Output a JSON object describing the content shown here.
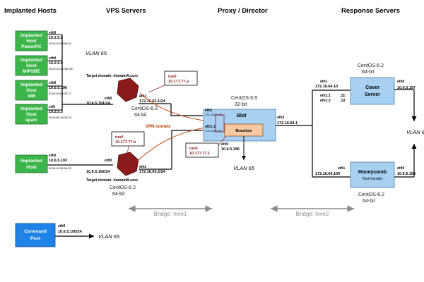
{
  "headers": {
    "implanted_hosts": "Implanted Hosts",
    "vps_servers": "VPS Servers",
    "proxy_director": "Proxy / Director",
    "response_servers": "Response Servers"
  },
  "implanted": [
    {
      "line1": "Implanted",
      "line2": "Host",
      "line3": "PowerPC",
      "iface": "eth0",
      "ip": "10.2.5.5",
      "mac": "00:0C:A2:59:8A:E1"
    },
    {
      "line1": "Implanted",
      "line2": "Host",
      "line3": "MIPSBE",
      "iface": "eth0",
      "ip": "10.2.5.6",
      "mac": "00:0C:A2:4D:BE:DE"
    },
    {
      "line1": "Implanted",
      "line2": "Host",
      "line3": "x86",
      "iface": "eth0",
      "ip": "10.6.5.190",
      "mac": "52:54:00:8A:2B:72"
    },
    {
      "line1": "Implanted",
      "line2": "Host",
      "line3": "sparc",
      "iface": "eri0",
      "ip": "10.2.5.5",
      "mac": "00:03:BA:3A:5A:76"
    },
    {
      "line1": "Implanted",
      "line2": "Host",
      "line3": "",
      "iface": "eth0",
      "ip": "10.6.5.193",
      "mac": "52:54:00:2B:DA:78"
    }
  ],
  "vlan_label": "VLAN 65",
  "vps1": {
    "target": "Target domain: domainA.com",
    "eth0_name": "eth0",
    "eth0_ip": "10.6.5.191/24",
    "eth1_name": "eth1",
    "eth1_ip": "172.16.63.1/24",
    "os1": "CentOS-6.3",
    "os2": "64-bit",
    "tun_name": "tun0",
    "tun_ip": "10.177.77.a"
  },
  "vps2": {
    "target": "Target domain: domainB.com",
    "eth0_name": "eth0",
    "eth0_ip": "10.6.5.192/24",
    "eth1_name": "eth1",
    "eth1_ip": "172.16.63.2/24",
    "os1": "CentOS-6.2",
    "os2": "64-bit",
    "tun_name": "tun0",
    "tun_ip": "10.177.77.b"
  },
  "vpn_tunnels": "VPN tunnels",
  "blot": {
    "name": "Blot",
    "os1": "CentOS-5.9",
    "os2": "32-bit",
    "beastbox": "Beastbox",
    "eth1_name": "eth1",
    "eth1_ip": "172.16.63.101",
    "eth11_name": "eth1:1",
    "eth11_ip": "172.16.63.102",
    "eth2_name": "eth2",
    "eth2_ip": "172.16.64.1",
    "eth0_name": "eth0",
    "eth0_ip": "10.6.5.196",
    "tun_name": "tun0",
    "tun_ip": "10.177.77.1"
  },
  "cover": {
    "line1": "Cover",
    "line2": "Server",
    "os1": "CentOS-6.2",
    "os2": "64-bit",
    "eth1_name": "eth1",
    "eth1_ip": "172.16.64.10",
    "alias1": "eth1:1",
    "alias1_ip": ".11",
    "alias2": "eth1:2",
    "alias2_ip": ".12",
    "eth0_name": "eth0",
    "eth0_ip": "10.6.5.197"
  },
  "honeycomb": {
    "line1": "Honeycomb",
    "line2": "Tool Handler",
    "os1": "CentOS-6.2",
    "os2": "64-bit",
    "eth1_name": "eth1",
    "eth1_ip": "172.16.64.100",
    "eth0_name": "eth0",
    "eth0_ip": "10.6.5.198"
  },
  "vlan_right": "VLAN 6",
  "bridge1": "Bridge: hive1",
  "bridge2": "Bridge: hive2",
  "command": {
    "line1": "Command",
    "line2": "Post",
    "eth0_name": "eth0",
    "eth0_ip": "10.6.5.195/24"
  },
  "colors": {
    "implant_green": "#3cb54a",
    "command_blue": "#1e82e6",
    "server_light_blue": "#a8d0f0",
    "beastbox_orange": "#f8c9a0",
    "vps_red": "#8b1a1a",
    "tunnel_line": "#c0501a"
  }
}
